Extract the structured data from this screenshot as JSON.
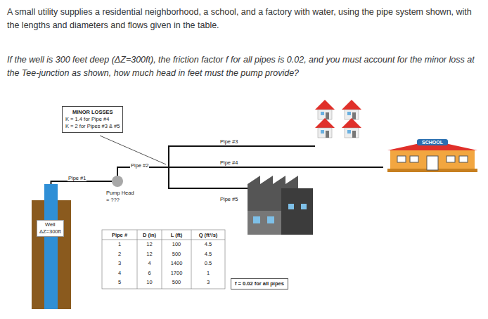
{
  "diagram": {
    "nodes": [
      {
        "text": [
          "MINOR LOSSES",
          "K = 1.4 for Pipe #4",
          "K = 2 for Pipes #3 & #5"
        ]
      },
      {
        "text": [
          "Well",
          "ΔZ=300ft"
        ]
      },
      {
        "text": [
          "Pump Head = ???"
        ]
      },
      {
        "text": [
          "SCHOOL"
        ]
      },
      {
        "text": [
          "f = 0.02 for all pipes"
        ]
      }
    ],
    "edges": [
      {
        "from": 1,
        "to": 2,
        "arrow": "none"
      },
      {
        "from": 2,
        "to": 3,
        "arrow": "none"
      }
    ],
    "labels": [
      "A small utility supplies a residential neighborhood, a school, and a factory with water, using the pipe system shown, with the lengths and diameters and flows given in the table.",
      "If the well is 300 feet deep (ΔZ=300ft), the friction factor f for all pipes is 0.02, and you must account for the minor loss at the Tee-junction as shown, how much head in feet must the pump provide?",
      "Pipe #1",
      "Pipe #2",
      "Pipe #3",
      "Pipe #4",
      "Pipe #5",
      "Pipe #",
      "D (in)",
      "L (ft)",
      "Q (ft³/s)",
      "1",
      "12",
      "100",
      "4.5",
      "2",
      "12",
      "500",
      "4.5",
      "3",
      "4",
      "1400",
      "0.5",
      "4",
      "6",
      "1700",
      "1",
      "5",
      "10",
      "500",
      "3"
    ]
  }
}
